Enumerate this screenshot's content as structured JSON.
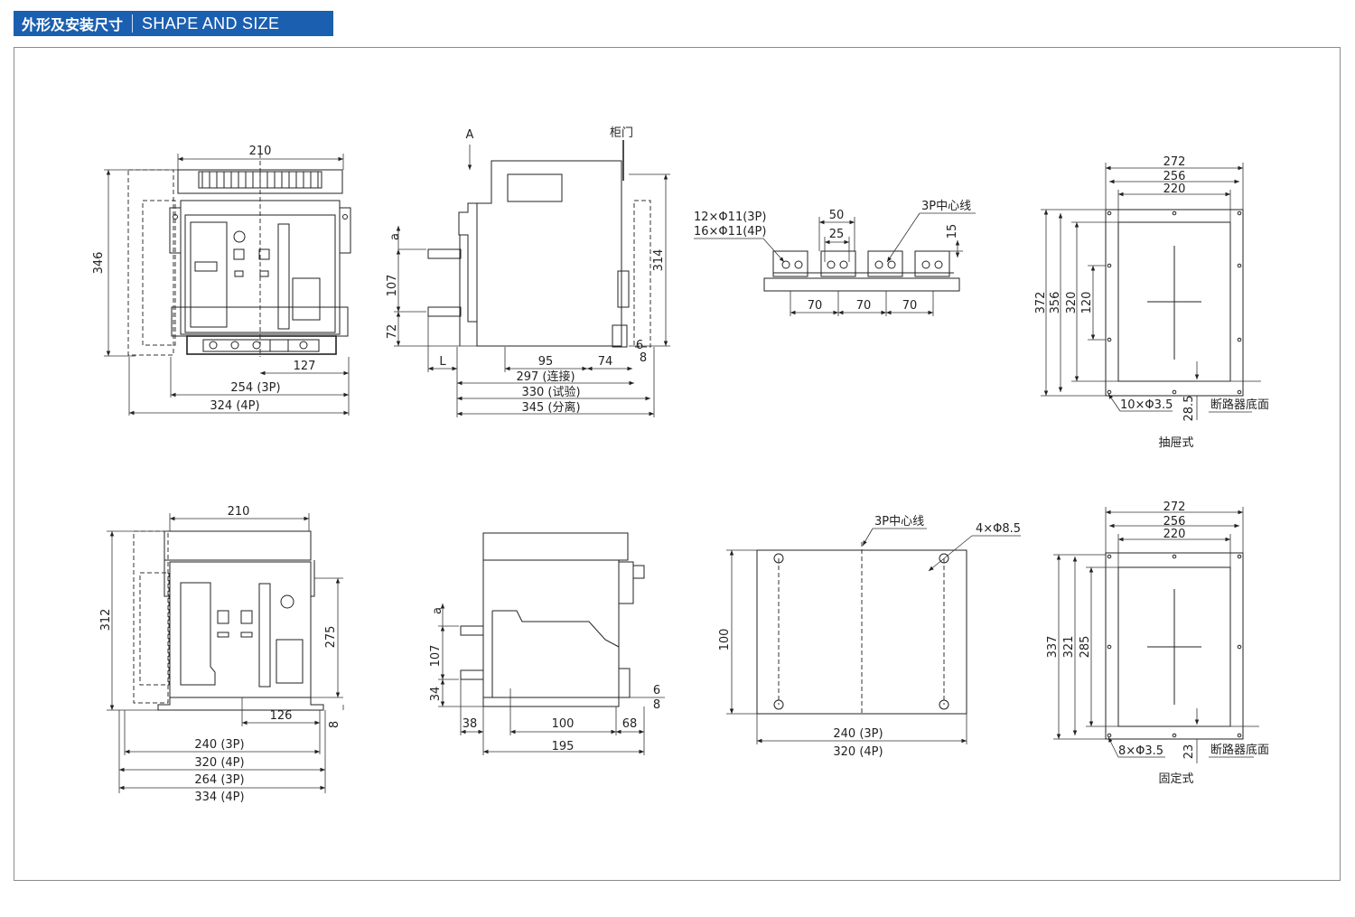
{
  "header": {
    "title_zh": "外形及安装尺寸",
    "title_en": "SHAPE AND SIZE"
  },
  "colors": {
    "header_bg": "#1b5fb0",
    "frame": "#8c8c8c",
    "line": "#222222"
  },
  "drawings": {
    "top_front": {
      "w210": "210",
      "h346": "346",
      "d127": "127",
      "d254": "254 (3P)",
      "d324": "324 (4P)"
    },
    "top_side": {
      "label_A": "A",
      "cabinet_door": "柜门",
      "a": "a",
      "d107": "107",
      "d72": "72",
      "d314": "314",
      "d6": "6",
      "d8": "8",
      "L": "L",
      "d95": "95",
      "d74": "74",
      "d297": "297 (连接)",
      "d330": "330 (试验)",
      "d345": "345 (分离)"
    },
    "top_terminal": {
      "holes_3p": "12×Φ11(3P)",
      "holes_4p": "16×Φ11(4P)",
      "centerline": "3P中心线",
      "d50": "50",
      "d25": "25",
      "d15": "15",
      "d70a": "70",
      "d70b": "70",
      "d70c": "70"
    },
    "top_panel": {
      "d272": "272",
      "d256": "256",
      "d220": "220",
      "d372": "372",
      "d356": "356",
      "d320": "320",
      "d120": "120",
      "holes": "10×Φ3.5",
      "d28_5": "28.5",
      "bottom": "断路器底面",
      "type": "抽屉式"
    },
    "bot_front": {
      "w210": "210",
      "h312": "312",
      "d275": "275",
      "d126": "126",
      "d8": "8",
      "d240": "240 (3P)",
      "d320": "320 (4P)",
      "d264": "264 (3P)",
      "d334": "334 (4P)"
    },
    "bot_side": {
      "a": "a",
      "d107": "107",
      "d34": "34",
      "d6": "6",
      "d8": "8",
      "d38": "38",
      "d100": "100",
      "d68": "68",
      "d195": "195"
    },
    "bot_mount": {
      "centerline": "3P中心线",
      "holes": "4×Φ8.5",
      "d100": "100",
      "d240": "240 (3P)",
      "d320": "320 (4P)"
    },
    "bot_panel": {
      "d272": "272",
      "d256": "256",
      "d220": "220",
      "d337": "337",
      "d321": "321",
      "d285": "285",
      "holes": "8×Φ3.5",
      "d23": "23",
      "bottom": "断路器底面",
      "type": "固定式"
    }
  }
}
